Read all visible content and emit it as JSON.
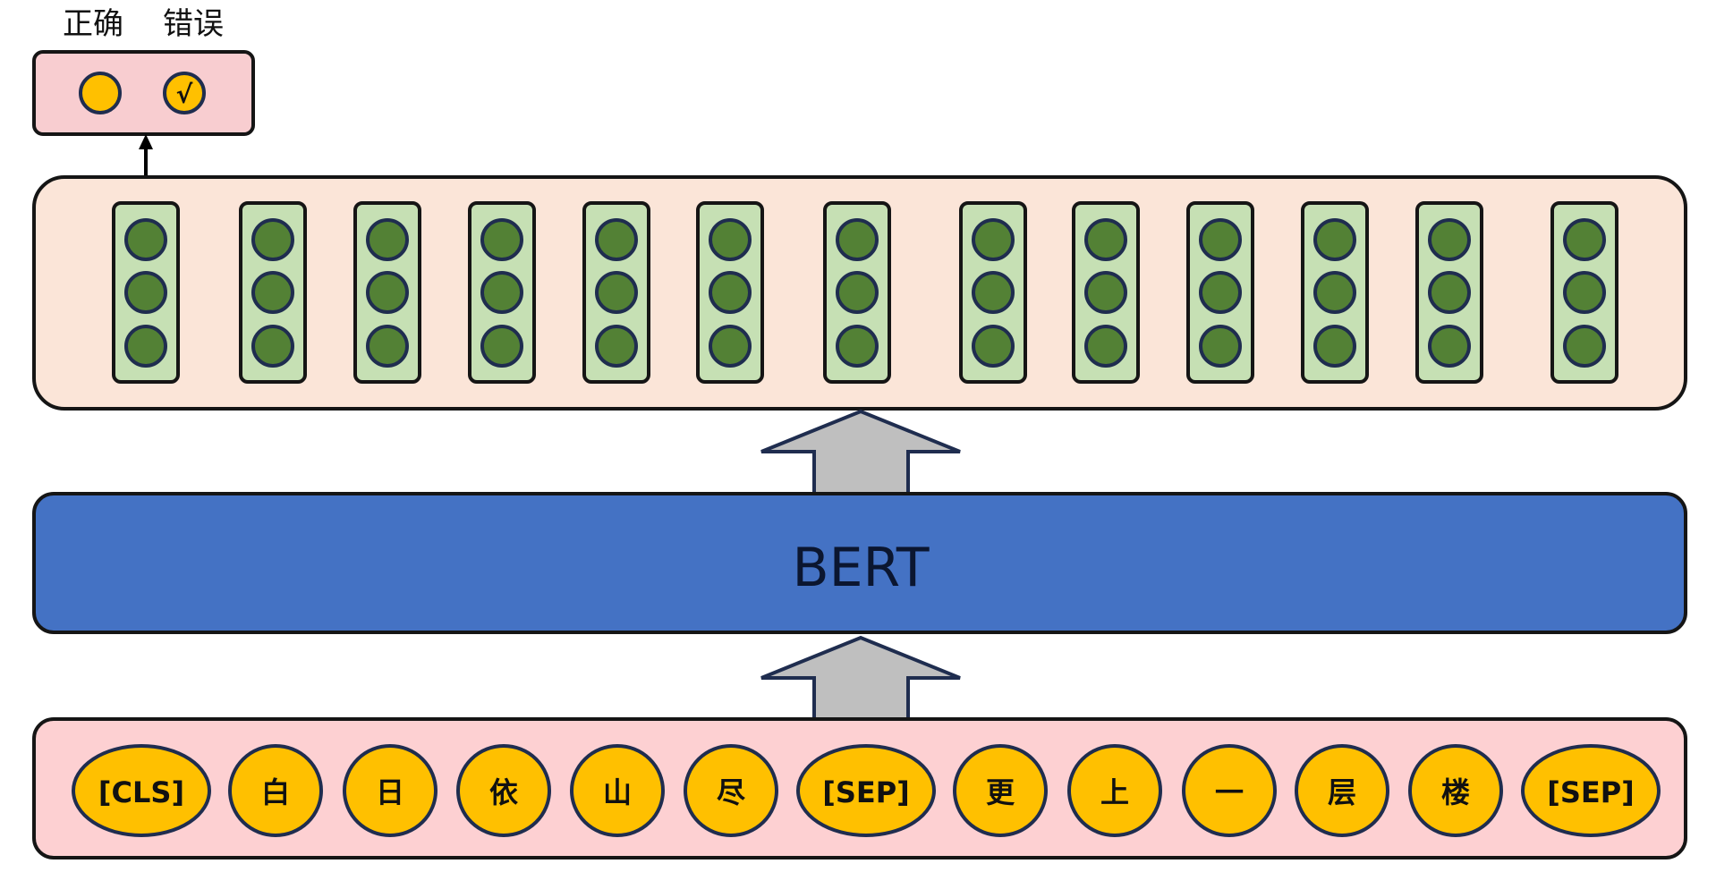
{
  "output": {
    "labels": [
      "正确",
      "错误"
    ],
    "check_mark": "√"
  },
  "encoder": {
    "label": "BERT"
  },
  "tokens": [
    "[CLS]",
    "白",
    "日",
    "依",
    "山",
    "尽",
    "[SEP]",
    "更",
    "上",
    "一",
    "层",
    "楼",
    "[SEP]"
  ],
  "colors": {
    "output_box_fill": "#f8cdd0",
    "hidden_panel_fill": "#fbe5d8",
    "vector_fill": "#c6e0b4",
    "vector_node": "#538135",
    "bert_fill": "#4472c4",
    "token_panel_fill": "#fdd0d2",
    "token_fill": "#ffc000",
    "outline": "#1f2d4f",
    "arrow_fill": "#bfbfbf"
  }
}
